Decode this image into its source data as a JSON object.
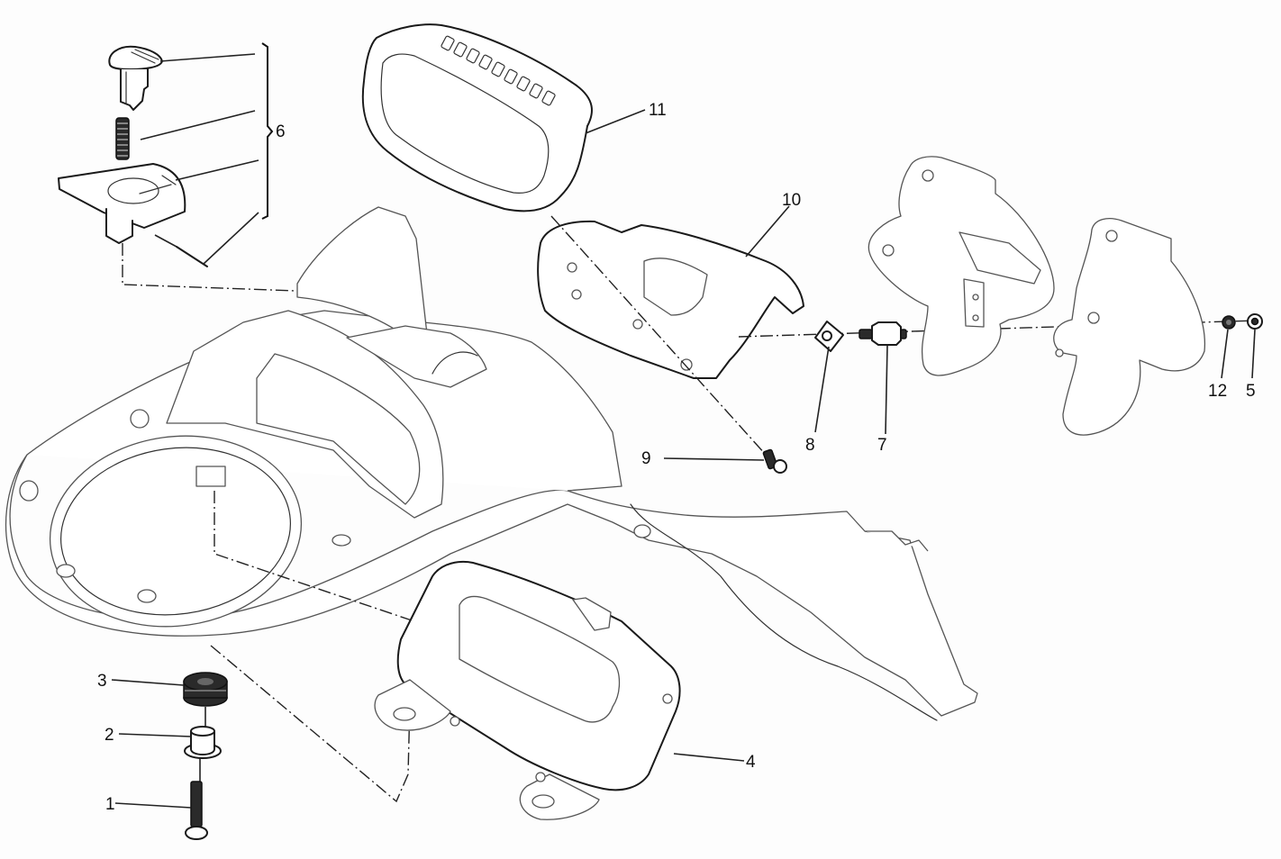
{
  "diagram": {
    "type": "exploded parts diagram",
    "callouts": [
      {
        "id": "1",
        "label": "1",
        "part": "screw"
      },
      {
        "id": "2",
        "label": "2",
        "part": "spacer bushing"
      },
      {
        "id": "3",
        "label": "3",
        "part": "rubber grommet"
      },
      {
        "id": "4",
        "label": "4",
        "part": "instrument panel"
      },
      {
        "id": "5",
        "label": "5",
        "part": "washer"
      },
      {
        "id": "6",
        "label": "6",
        "part": "knob assembly (knob, spring, cover, pin)"
      },
      {
        "id": "7",
        "label": "7",
        "part": "spacer stud"
      },
      {
        "id": "8",
        "label": "8",
        "part": "clip nut"
      },
      {
        "id": "9",
        "label": "9",
        "part": "screw"
      },
      {
        "id": "10",
        "label": "10",
        "part": "instrument cover"
      },
      {
        "id": "11",
        "label": "11",
        "part": "instrument bezel"
      },
      {
        "id": "12",
        "label": "12",
        "part": "nut"
      }
    ]
  }
}
